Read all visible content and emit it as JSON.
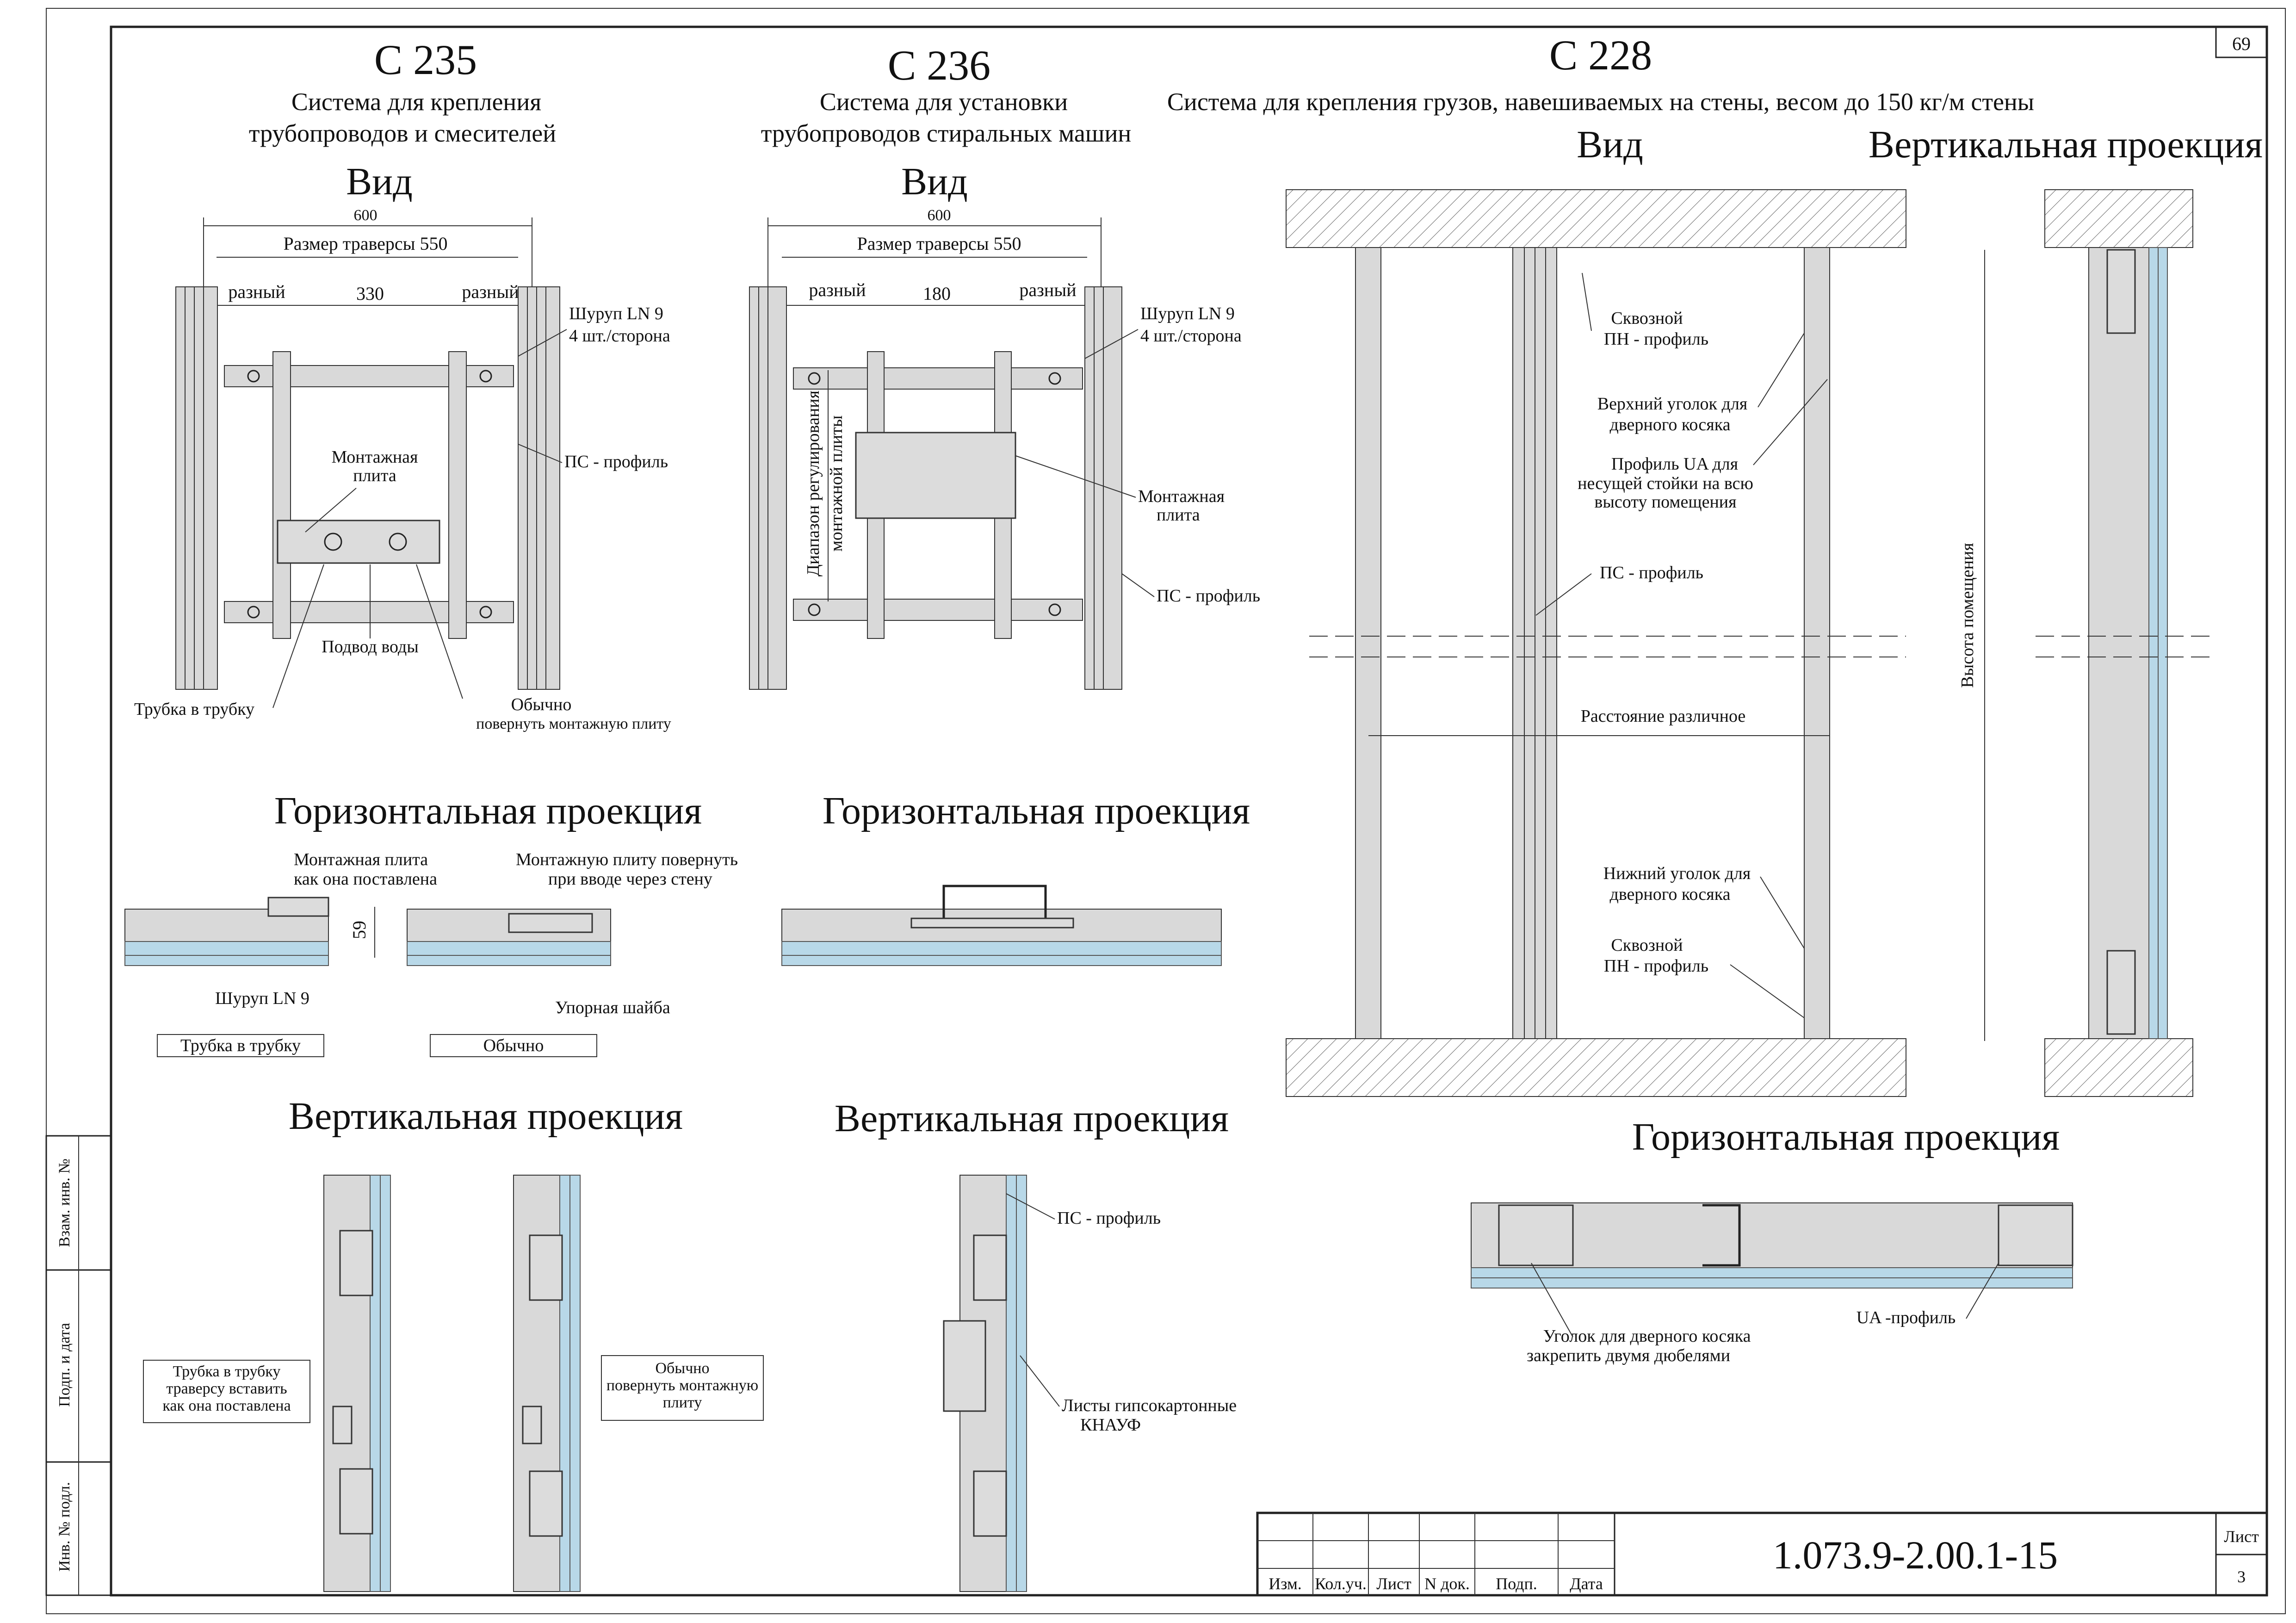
{
  "sheet": {
    "page_number": "69",
    "doc_code": "1.073.9-2.00.1-15",
    "sheet_label": "Лист",
    "sheet_number": "3",
    "stamp_columns": [
      "Изм.",
      "Кол.уч.",
      "Лист",
      "N док.",
      "Подп.",
      "Дата"
    ],
    "side_fields": [
      "Взам. инв. №",
      "Подп. и дата",
      "Инв. № подл."
    ]
  },
  "c235": {
    "code": "С 235",
    "title_line1": "Система для крепления",
    "title_line2": "трубопроводов и смесителей",
    "view_title": "Вид",
    "dim_total": "600",
    "dim_traverse": "Размер траверсы 550",
    "dim_left": "разный",
    "dim_mid": "330",
    "dim_right": "разный",
    "screw_line1": "Шуруп LN 9",
    "screw_line2": "4 шт./сторона",
    "plate_line1": "Монтажная",
    "plate_line2": "плита",
    "ps_profile": "ПС - профиль",
    "water": "Подвод воды",
    "tube": "Трубка в трубку",
    "usual_line1": "Обычно",
    "usual_line2": "повернуть монтажную плиту",
    "hproj_title": "Горизонтальная проекция",
    "hp_plate_line1": "Монтажная плита",
    "hp_plate_line2": "как она поставлена",
    "hp_turn_line1": "Монтажную плиту повернуть",
    "hp_turn_line2": "при вводе через стену",
    "hp_dim": "59",
    "hp_screw": "Шуруп LN 9",
    "hp_washer": "Упорная шайба",
    "hp_box_tube": "Трубка в трубку",
    "hp_box_usual": "Обычно",
    "vproj_title": "Вертикальная проекция",
    "vp_tube_line1": "Трубка в трубку",
    "vp_tube_line2": "траверсу вставить",
    "vp_tube_line3": "как она поставлена",
    "vp_usual_line1": "Обычно",
    "vp_usual_line2": "повернуть монтажную",
    "vp_usual_line3": "плиту"
  },
  "c236": {
    "code": "С 236",
    "title_line1": "Система для установки",
    "title_line2": "трубопроводов стиральных машин",
    "view_title": "Вид",
    "dim_total": "600",
    "dim_traverse": "Размер траверсы 550",
    "dim_left": "разный",
    "dim_mid": "180",
    "dim_right": "разный",
    "screw_line1": "Шуруп LN 9",
    "screw_line2": "4 шт./сторона",
    "range_line1": "Диапазон регулирования",
    "range_line2": "монтажной плиты",
    "plate_line1": "Монтажная",
    "plate_line2": "плита",
    "ps_profile": "ПС - профиль",
    "hproj_title": "Горизонтальная проекция",
    "vproj_title": "Вертикальная проекция",
    "vp_ps": "ПС - профиль",
    "vp_gkl_line1": "Листы гипсокартонные",
    "vp_gkl_line2": "КНАУФ"
  },
  "c228": {
    "code": "С 228",
    "title": "Система для крепления грузов, навешиваемых на стены, весом до 150 кг/м стены",
    "view_title": "Вид",
    "vproj_title": "Вертикальная проекция",
    "through_pn_top_line1": "Сквозной",
    "through_pn_top_line2": "ПН - профиль",
    "upper_corner_line1": "Верхний уголок для",
    "upper_corner_line2": "дверного косяка",
    "ua_line1": "Профиль UA для",
    "ua_line2": "несущей стойки на всю",
    "ua_line3": "высоту помещения",
    "ps_profile": "ПС - профиль",
    "distance": "Расстояние различное",
    "lower_corner_line1": "Нижний уголок для",
    "lower_corner_line2": "дверного косяка",
    "through_pn_bot_line1": "Сквозной",
    "through_pn_bot_line2": "ПН - профиль",
    "room_height": "Высота помещения",
    "hproj_title": "Горизонтальная проекция",
    "hp_corner_line1": "Уголок для дверного косяка",
    "hp_corner_line2": "закрепить двумя дюбелями",
    "hp_ua": "UA -профиль"
  }
}
